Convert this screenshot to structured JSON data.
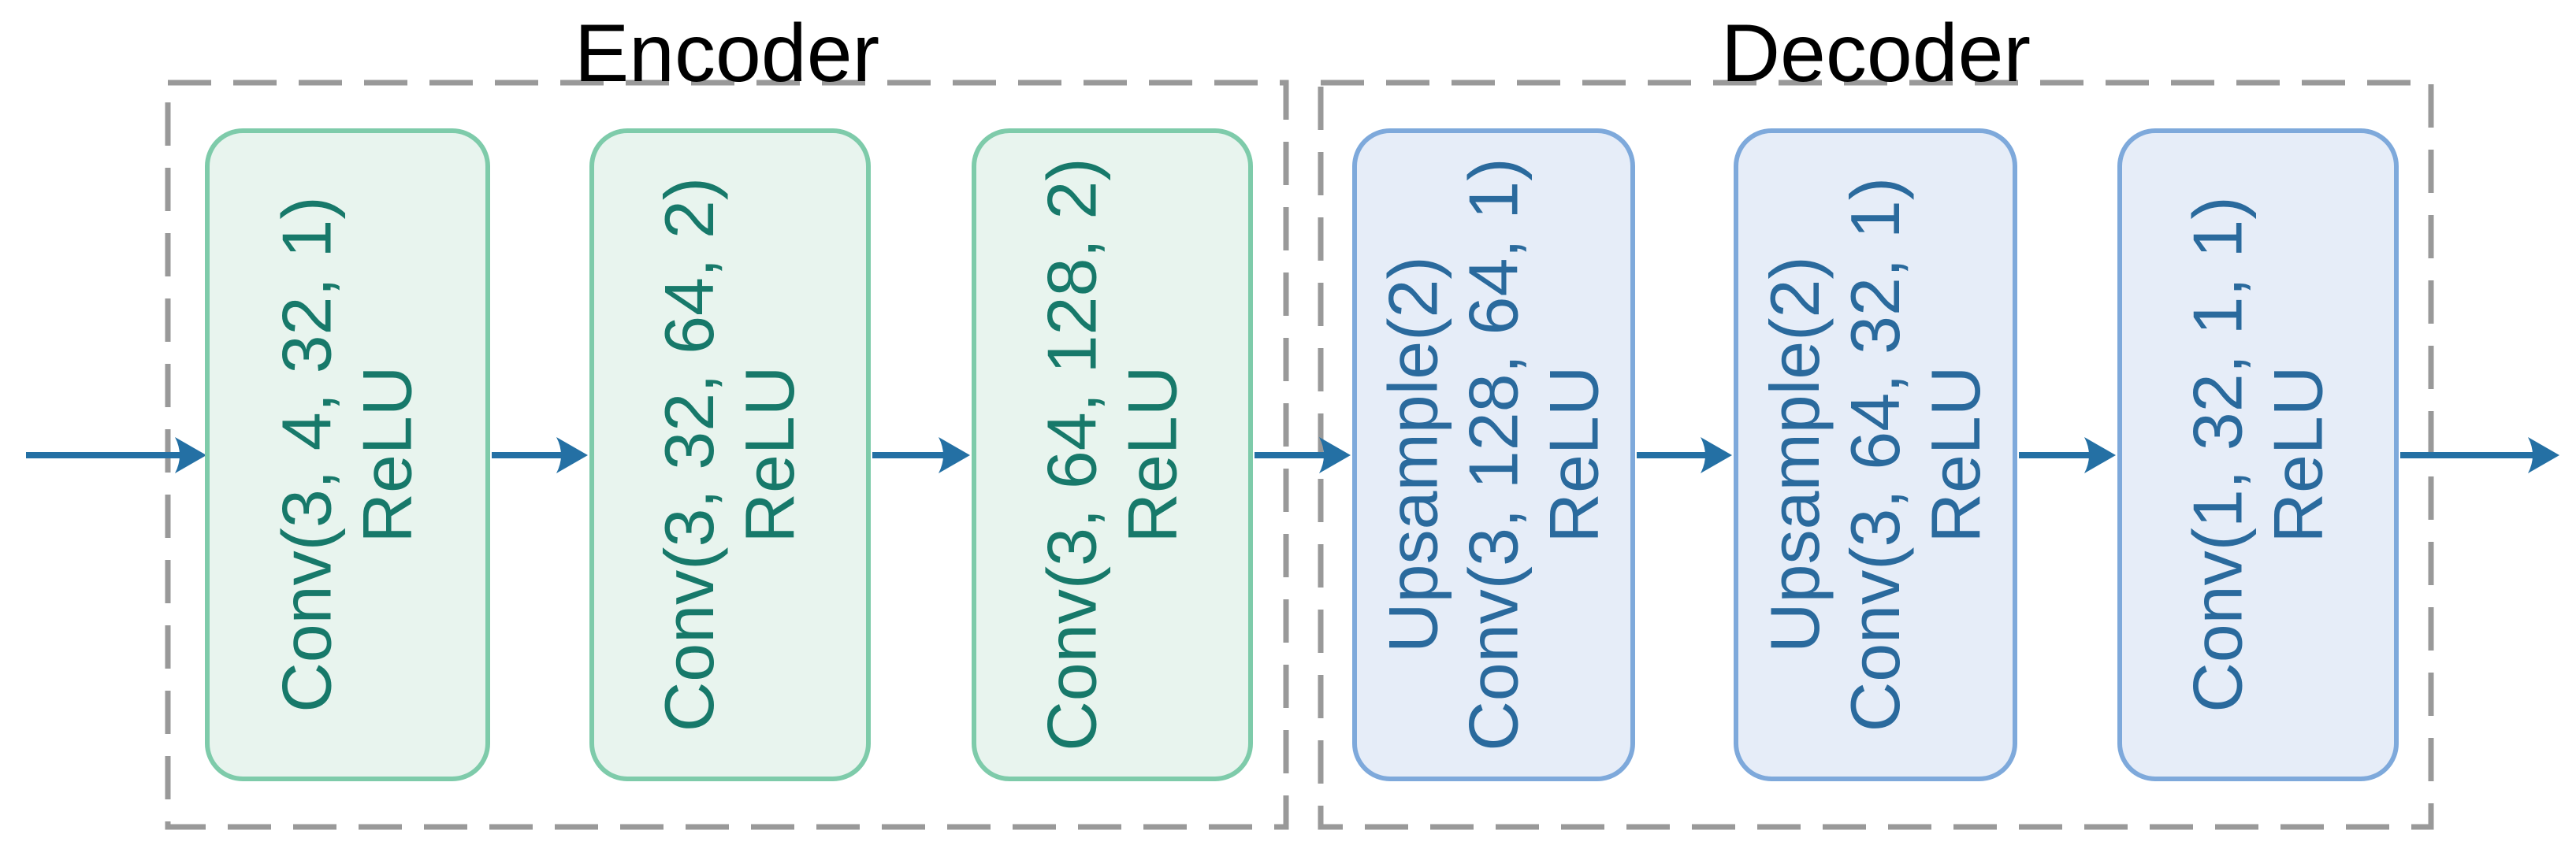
{
  "colors": {
    "encoder-fill": "#e8f4ee",
    "encoder-border": "#7ecbaa",
    "encoder-text": "#17796a",
    "decoder-fill": "#e6edf8",
    "decoder-border": "#7ea9db",
    "decoder-text": "#2a6a9d",
    "arrow": "#2470a4",
    "frame": "#999999",
    "title": "#000000"
  },
  "encoder": {
    "title": "Encoder",
    "blocks": [
      {
        "lines": [
          "Conv(3, 4, 32, 1)",
          "ReLU"
        ]
      },
      {
        "lines": [
          "Conv(3, 32, 64, 2)",
          "ReLU"
        ]
      },
      {
        "lines": [
          "Conv(3, 64, 128, 2)",
          "ReLU"
        ]
      }
    ]
  },
  "decoder": {
    "title": "Decoder",
    "blocks": [
      {
        "lines": [
          "Upsample(2)",
          "Conv(3, 128, 64, 1)",
          "ReLU"
        ]
      },
      {
        "lines": [
          "Upsample(2)",
          "Conv(3, 64, 32, 1)",
          "ReLU"
        ]
      },
      {
        "lines": [
          "Conv(1, 32, 1, 1)",
          "ReLU"
        ]
      }
    ]
  }
}
